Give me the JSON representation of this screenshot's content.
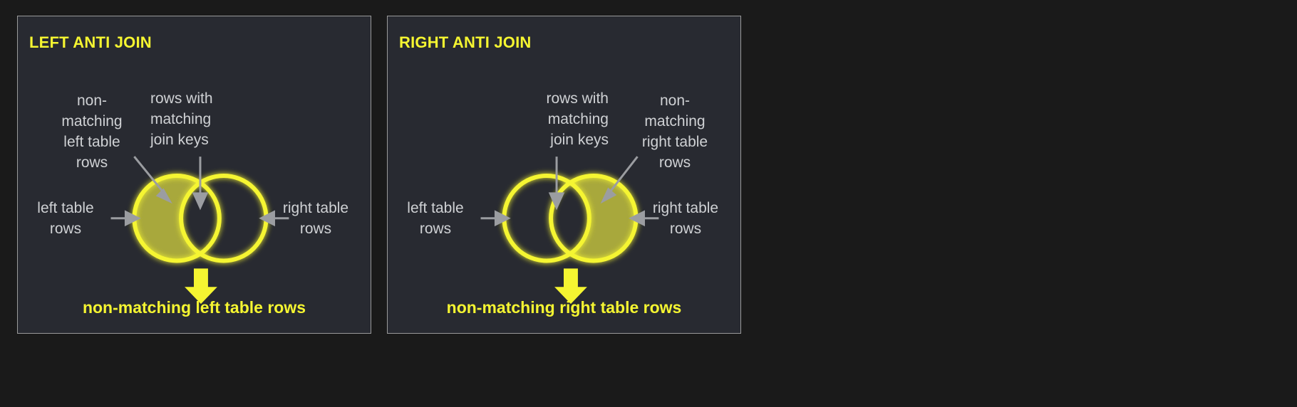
{
  "page": {
    "background_color": "#1a1a1a",
    "panel_background_color": "#282a31",
    "panel_border_color": "#9a9a9a",
    "accent_yellow": "#f5f531",
    "fill_olive": "#a8a83c",
    "label_grey": "#cfd1d4",
    "arrow_grey": "#9b9da1"
  },
  "panels": [
    {
      "id": "left-anti-join",
      "title": "LEFT ANTI JOIN",
      "highlighted_side": "left",
      "labels": {
        "nonmatching": "non-\nmatching\nleft table\nrows",
        "matching": "rows with\nmatching\njoin keys",
        "left_side": "left table\nrows",
        "right_side": "right table\nrows"
      },
      "caption": "non-matching left table rows"
    },
    {
      "id": "right-anti-join",
      "title": "RIGHT ANTI JOIN",
      "highlighted_side": "right",
      "labels": {
        "nonmatching": "non-\nmatching\nright table\nrows",
        "matching": "rows with\nmatching\njoin keys",
        "left_side": "left table\nrows",
        "right_side": "right table\nrows"
      },
      "caption": "non-matching right table rows"
    }
  ]
}
